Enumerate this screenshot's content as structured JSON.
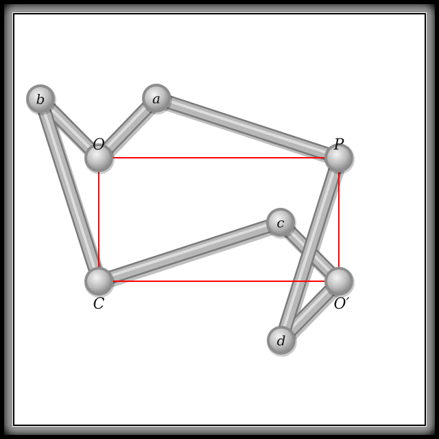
{
  "diagram": {
    "colors": {
      "background": "#ffffff",
      "border": "#000000",
      "rod": "#b8b8b8",
      "rod_edge": "#7a7a7a",
      "rectangle": "#ff0000",
      "pin": "#ff2020",
      "label": "#111111"
    },
    "nodes": [
      {
        "id": "b",
        "label": "b",
        "type": "joint"
      },
      {
        "id": "a",
        "label": "a",
        "type": "joint"
      },
      {
        "id": "O",
        "label": "O",
        "type": "pin"
      },
      {
        "id": "P",
        "label": "P",
        "type": "pin"
      },
      {
        "id": "c",
        "label": "c",
        "type": "joint"
      },
      {
        "id": "C",
        "label": "C",
        "type": "pin"
      },
      {
        "id": "O2",
        "label": "O′",
        "type": "pin"
      },
      {
        "id": "d",
        "label": "d",
        "type": "joint"
      }
    ],
    "rods": [
      [
        "b",
        "O"
      ],
      [
        "b",
        "C"
      ],
      [
        "O",
        "a"
      ],
      [
        "a",
        "P"
      ],
      [
        "C",
        "c"
      ],
      [
        "c",
        "O2"
      ],
      [
        "O2",
        "d"
      ],
      [
        "d",
        "P"
      ]
    ],
    "rectangle": [
      "O",
      "P",
      "O2",
      "C"
    ]
  }
}
